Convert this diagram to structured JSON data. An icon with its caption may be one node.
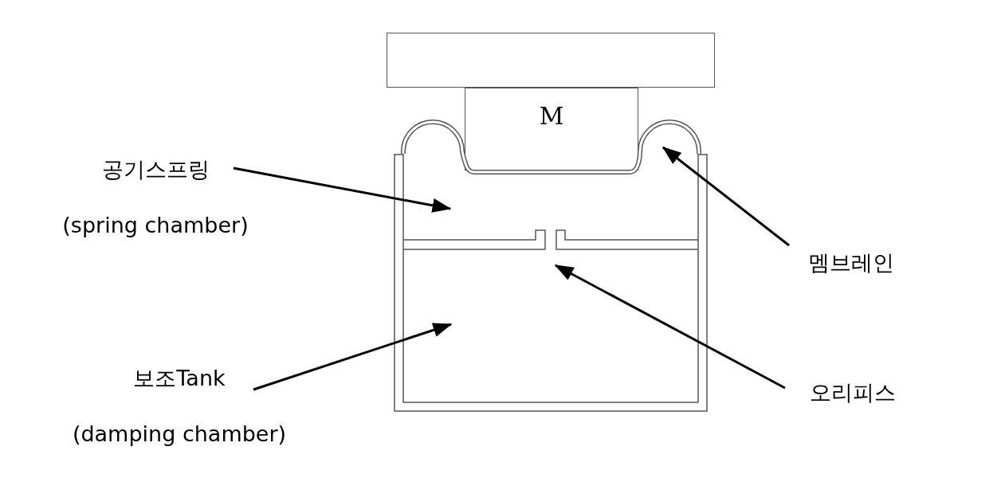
{
  "diagram": {
    "nodes": [
      {
        "text": [],
        "shape": "box"
      },
      {
        "text": [
          "M"
        ]
      },
      {
        "text": [],
        "shape": "tank"
      },
      {
        "text": [],
        "shape": "arc"
      },
      {
        "text": [
          "공기스프링",
          "(spring chamber)"
        ]
      },
      {
        "text": [
          "멤브레인"
        ]
      },
      {
        "text": [
          "보조Tank",
          "(damping chamber)"
        ]
      },
      {
        "text": [
          "오리피스"
        ]
      }
    ],
    "edges": [
      {
        "from": 4,
        "to": 2,
        "arrow": "to"
      },
      {
        "from": 5,
        "to": 3,
        "arrow": "to"
      },
      {
        "from": 6,
        "to": 2,
        "arrow": "to"
      },
      {
        "from": 7,
        "to": 2,
        "arrow": "to"
      }
    ]
  }
}
